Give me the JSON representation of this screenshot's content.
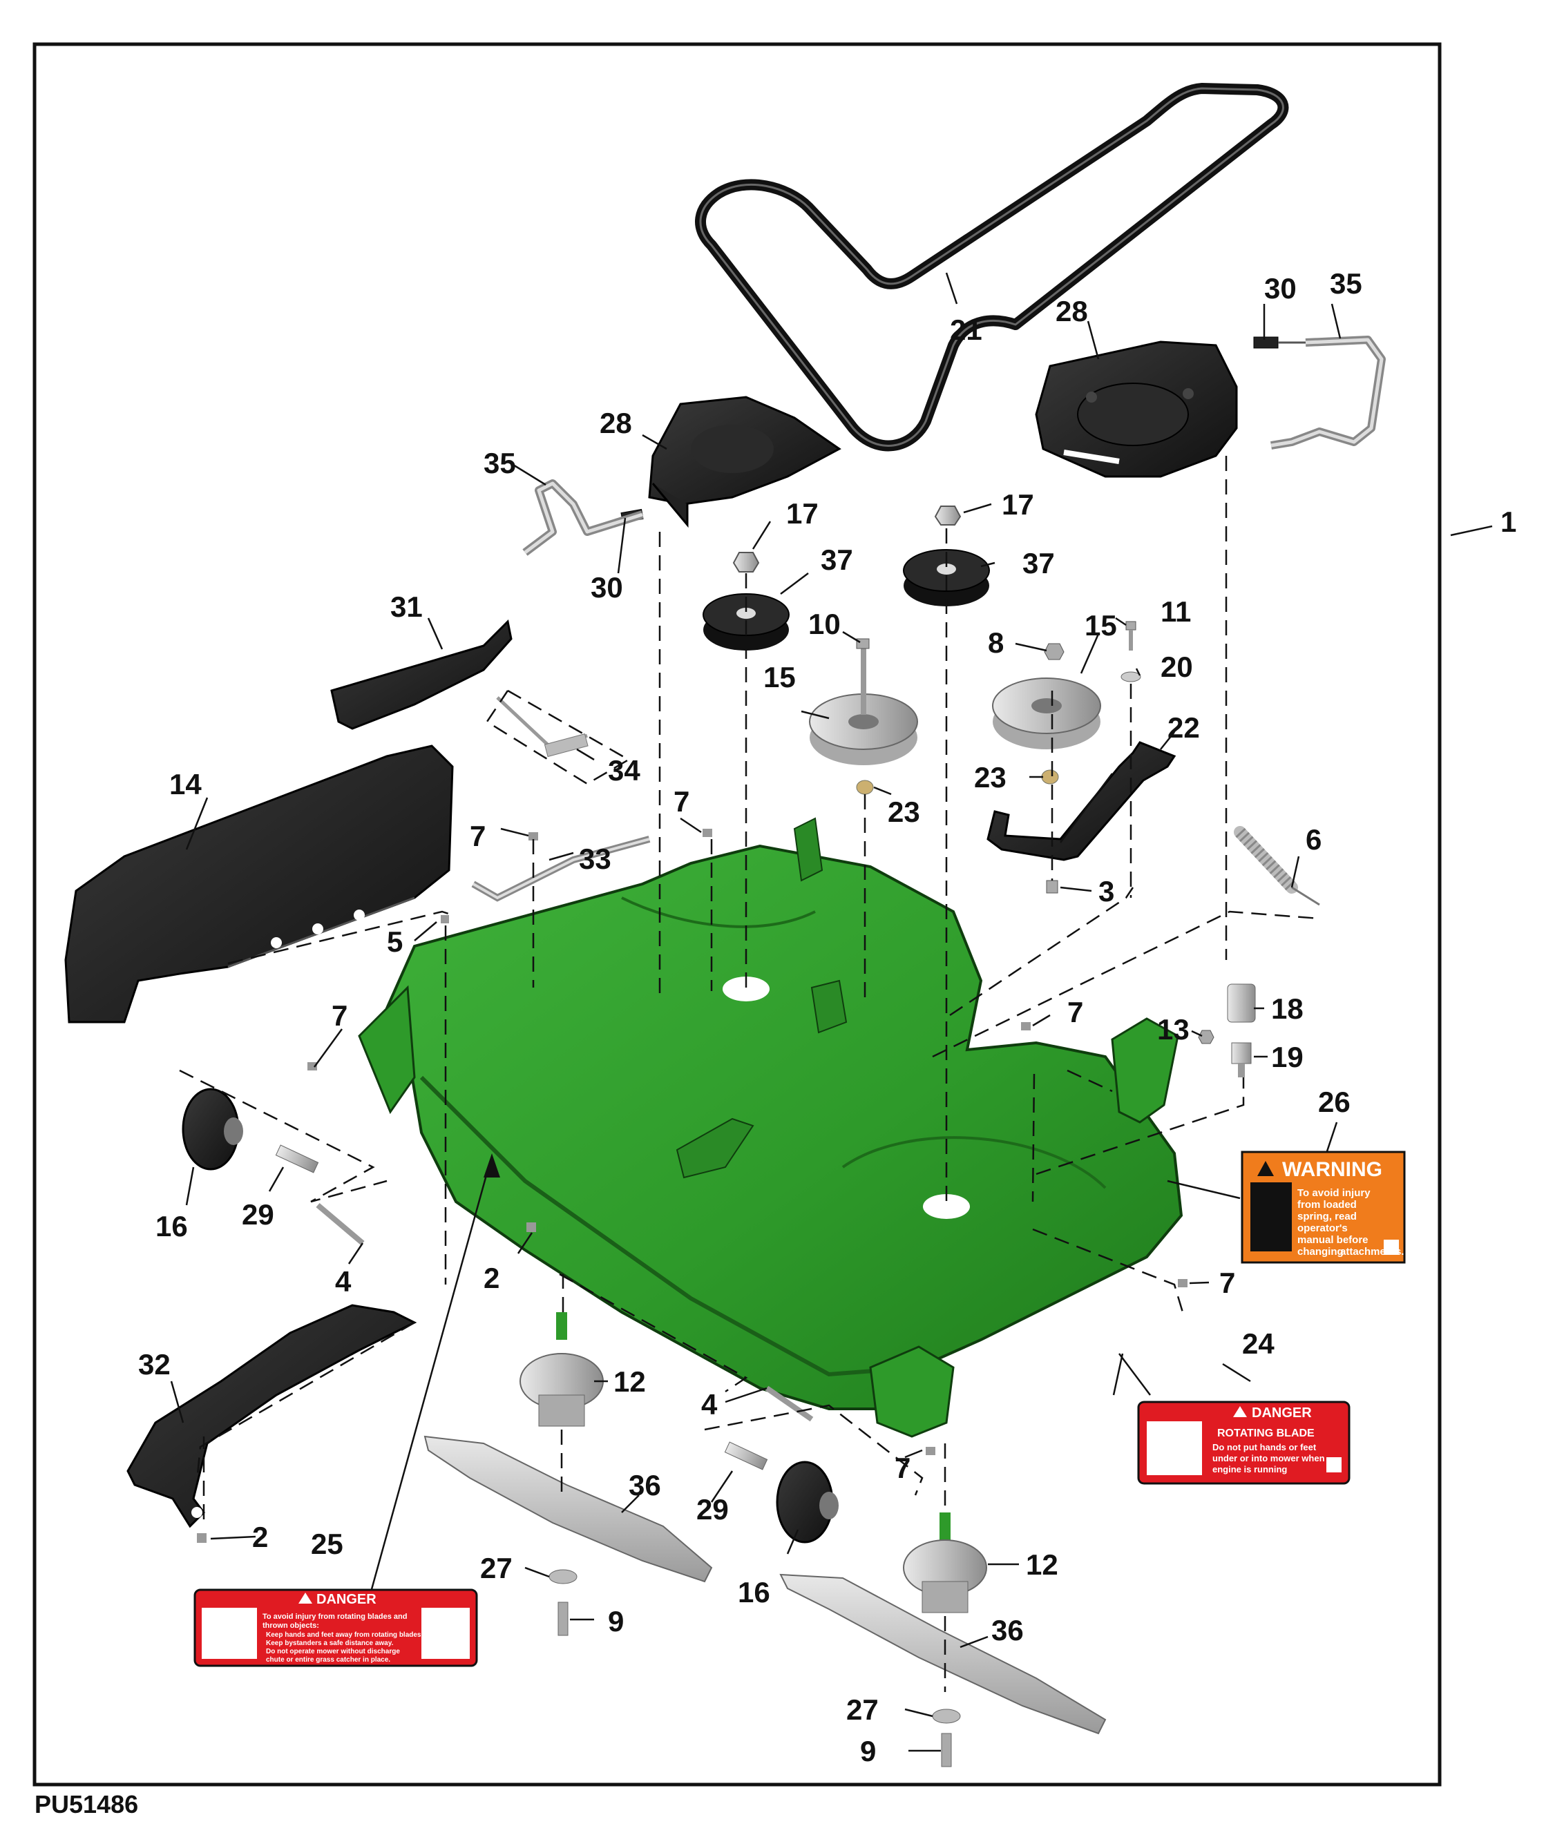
{
  "figure_id": "PU51486",
  "callouts": {
    "c1": "1",
    "c2a": "2",
    "c2b": "2",
    "c3": "3",
    "c4a": "4",
    "c4b": "4",
    "c5": "5",
    "c6": "6",
    "c7a": "7",
    "c7b": "7",
    "c7c": "7",
    "c7d": "7",
    "c7e": "7",
    "c7f": "7",
    "c8": "8",
    "c9a": "9",
    "c9b": "9",
    "c10": "10",
    "c11": "11",
    "c12a": "12",
    "c12b": "12",
    "c13": "13",
    "c14": "14",
    "c15a": "15",
    "c15b": "15",
    "c16a": "16",
    "c16b": "16",
    "c17a": "17",
    "c17b": "17",
    "c18": "18",
    "c19": "19",
    "c20": "20",
    "c21": "21",
    "c22": "22",
    "c23a": "23",
    "c23b": "23",
    "c24": "24",
    "c25": "25",
    "c26": "26",
    "c27a": "27",
    "c27b": "27",
    "c28a": "28",
    "c28b": "28",
    "c29a": "29",
    "c29b": "29",
    "c30a": "30",
    "c30b": "30",
    "c31": "31",
    "c32": "32",
    "c33": "33",
    "c34": "34",
    "c35a": "35",
    "c35b": "35",
    "c36a": "36",
    "c36b": "36",
    "c37a": "37",
    "c37b": "37"
  },
  "decals": {
    "warning": {
      "header": "WARNING",
      "lines": [
        "To avoid injury",
        "from loaded",
        "spring, read",
        "operator's",
        "manual before",
        "changing",
        "attachments."
      ]
    },
    "danger_24": {
      "header": "DANGER",
      "title": "ROTATING BLADE",
      "lines": [
        "Do not put hands or feet",
        "under or into mower when",
        "engine is running"
      ]
    },
    "danger_25": {
      "header": "DANGER",
      "lines": [
        "To avoid injury from rotating blades and",
        "thrown objects:",
        "Keep hands and feet away from rotating blades.",
        "Keep bystanders a safe distance away.",
        "Do not operate mower without discharge",
        "chute or entire grass catcher in place."
      ]
    }
  },
  "colors": {
    "deck_green": "#2e9a2a",
    "deck_green_dark": "#1d6b1a",
    "deck_green_light": "#4fc04a",
    "part_black": "#1c1c1c",
    "metal_gray": "#bdbdbd",
    "warning_orange": "#f07c1c",
    "danger_red": "#e01b22"
  }
}
